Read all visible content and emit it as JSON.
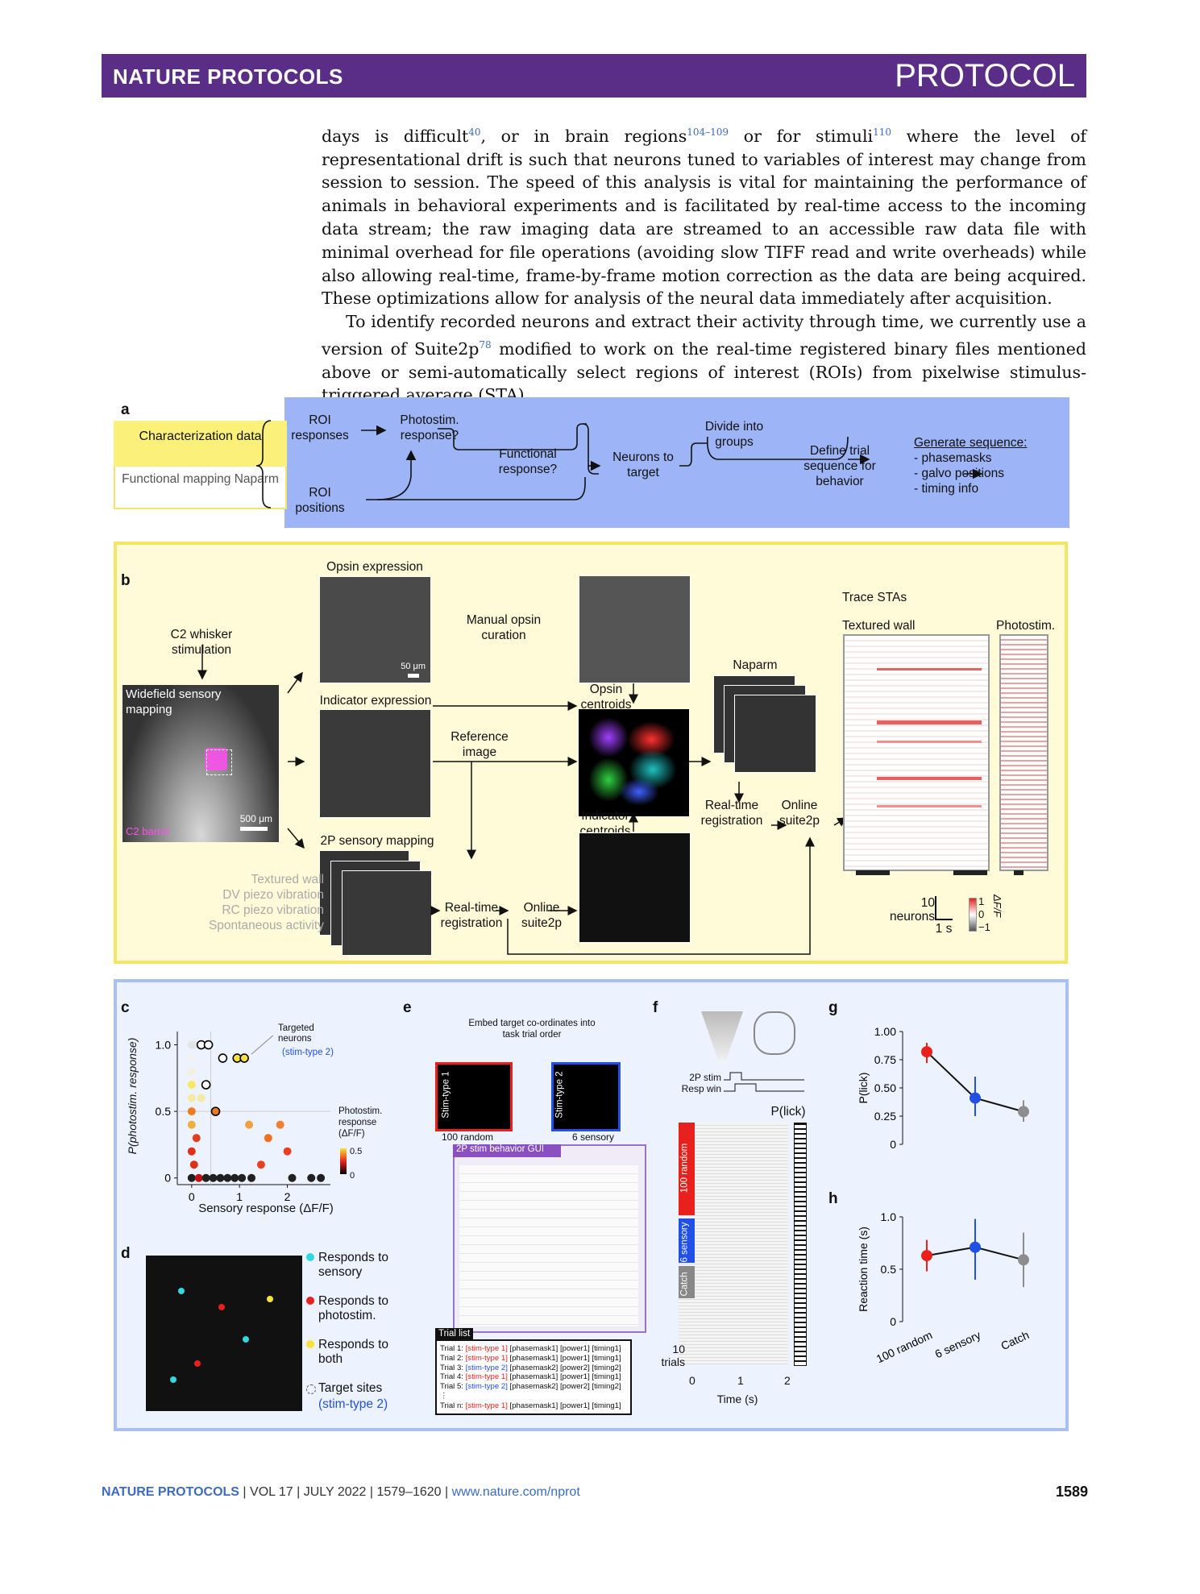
{
  "header": {
    "journal": "NATURE PROTOCOLS",
    "article_type": "PROTOCOL"
  },
  "body": {
    "p1_a": "days is difficult",
    "p1_ref1": "40",
    "p1_b": ", or in brain regions",
    "p1_ref2": "104–109",
    "p1_c": " or for stimuli",
    "p1_ref3": "110",
    "p1_d": " where the level of representational drift is such that neurons tuned to variables of interest may change from session to session. The speed of this analysis is vital for maintaining the performance of animals in behavioral experiments and is facilitated by real-time access to the incoming data stream; the raw imaging data are streamed to an accessible raw data file with minimal overhead for file operations (avoiding slow TIFF read and write overheads) while also allowing real-time, frame-by-frame motion correction as the data are being acquired. These optimizations allow for analysis of the neural data immediately after acquisition.",
    "p2_a": "To identify recorded neurons and extract their activity through time, we currently use a version of Suite2p",
    "p2_ref": "78",
    "p2_b": " modified to work on the real-time registered binary files mentioned above or semi-automatically select regions of interest (ROIs) from pixelwise stimulus-triggered average (STA)"
  },
  "panel_a": {
    "label": "a",
    "char_data": "Characterization data",
    "char_sub": "Functional mapping Naparm",
    "roi_responses": "ROI responses",
    "roi_positions": "ROI positions",
    "photostim_response": "Photostim. response?",
    "functional_response": "Functional response?",
    "neurons_to_target": "Neurons to target",
    "divide_groups": "Divide into groups",
    "define_trial": "Define trial sequence for behavior",
    "generate_title": "Generate sequence:",
    "generate_items": [
      "- phasemasks",
      "- galvo positions",
      "- timing info"
    ]
  },
  "panel_b": {
    "label": "b",
    "c2_whisker": "C2 whisker stimulation",
    "widefield": "Widefield sensory mapping",
    "c2_barrel": "C2 barrel",
    "scale_500": "500 μm",
    "opsin_expression": "Opsin expression",
    "scale_50": "50 μm",
    "indicator_expression": "Indicator expression",
    "sensory_mapping_2p": "2P sensory mapping",
    "conditions": [
      "Textured wall",
      "DV piezo vibration",
      "RC piezo vibration",
      "Spontaneous activity"
    ],
    "manual_curation": "Manual opsin curation",
    "reference_image": "Reference image",
    "opsin_centroids": "Opsin centroids",
    "indicator_centroids": "Indicator centroids",
    "realtime_registration": "Real-time registration",
    "online_suite2p": "Online suite2p",
    "naparm": "Naparm",
    "trace_stas": "Trace STAs",
    "textured_wall": "Textured wall",
    "photostim": "Photostim.",
    "scale_neurons": "10 neurons",
    "scale_time": "1 s",
    "cbar_ticks": [
      "1",
      "0",
      "−1"
    ],
    "cbar_label": "ΔF/F"
  },
  "panel_c": {
    "label": "c",
    "ylabel": "P(photostim. response)",
    "xlabel": "Sensory response (ΔF/F)",
    "yticks": [
      "1.0",
      "0.5",
      "0"
    ],
    "xticks": [
      "0",
      "1",
      "2"
    ],
    "annotation": "Targeted neurons",
    "annotation_sub": "(stim-type 2)",
    "cbar_title": "Photostim. response (ΔF/F)",
    "cbar_ticks": [
      "0.5",
      "0"
    ]
  },
  "panel_d": {
    "label": "d",
    "legend": [
      "Responds to sensory",
      "Responds to photostim.",
      "Responds to both",
      "Target sites"
    ],
    "legend_sub": "(stim-type 2)"
  },
  "panel_e": {
    "label": "e",
    "title": "Embed target co-ordinates into task trial order",
    "stim1": "Stim-type 1",
    "stim2": "Stim-type 2",
    "random": "100 random",
    "sensory": "6 sensory",
    "gui_title": "2P stim behavior GUI",
    "trial_list_title": "Trial list",
    "trials": [
      {
        "n": "Trial 1: ",
        "type": "[stim-type 1]",
        "rest": " [phasemask1] [power1] [timing1]",
        "c": "red"
      },
      {
        "n": "Trial 2: ",
        "type": "[stim-type 1]",
        "rest": " [phasemask1] [power1] [timing1]",
        "c": "red"
      },
      {
        "n": "Trial 3: ",
        "type": "[stim-type 2]",
        "rest": " [phasemask2] [power2] [timing2]",
        "c": "blue"
      },
      {
        "n": "Trial 4: ",
        "type": "[stim-type 1]",
        "rest": " [phasemask1] [power1] [timing1]",
        "c": "red"
      },
      {
        "n": "Trial 5: ",
        "type": "[stim-type 2]",
        "rest": " [phasemask2] [power2] [timing2]",
        "c": "blue"
      },
      {
        "n": "⋮",
        "type": "",
        "rest": "",
        "c": "black"
      },
      {
        "n": "Trial n: ",
        "type": "[stim-type 1]",
        "rest": " [phasemask1] [power1] [timing1]",
        "c": "red"
      }
    ]
  },
  "panel_f": {
    "label": "f",
    "stim_label": "2P stim",
    "resp_label": "Resp win",
    "plick": "P(lick)",
    "groups": [
      "100 random",
      "6 sensory",
      "Catch"
    ],
    "scale": "10 trials",
    "xticks": [
      "0",
      "1",
      "2"
    ],
    "xlabel": "Time (s)"
  },
  "panel_g": {
    "label": "g",
    "ylabel": "P(lick)",
    "yticks": [
      "1.00",
      "0.75",
      "0.50",
      "0.25",
      "0"
    ]
  },
  "panel_h": {
    "label": "h",
    "ylabel": "Reaction time (s)",
    "yticks": [
      "1.0",
      "0.5",
      "0"
    ],
    "categories": [
      "100 random",
      "6 sensory",
      "Catch"
    ]
  },
  "chart_data": [
    {
      "type": "line",
      "panel": "g",
      "categories": [
        "100 random",
        "6 sensory",
        "Catch"
      ],
      "ylabel": "P(lick)",
      "ylim": [
        0,
        1
      ],
      "values": [
        0.82,
        0.41,
        0.29
      ],
      "errors": [
        [
          0.72,
          0.9
        ],
        [
          0.25,
          0.6
        ],
        [
          0.2,
          0.39
        ]
      ],
      "colors": [
        "#e8211c",
        "#2050e6",
        "#8d8d8d"
      ]
    },
    {
      "type": "line",
      "panel": "h",
      "categories": [
        "100 random",
        "6 sensory",
        "Catch"
      ],
      "ylabel": "Reaction time (s)",
      "ylim": [
        0,
        1.0
      ],
      "values": [
        0.63,
        0.71,
        0.59
      ],
      "errors": [
        [
          0.48,
          0.78
        ],
        [
          0.4,
          0.98
        ],
        [
          0.33,
          0.85
        ]
      ],
      "colors": [
        "#e8211c",
        "#2050e6",
        "#8d8d8d"
      ]
    },
    {
      "type": "scatter",
      "panel": "c",
      "xlabel": "Sensory response (ΔF/F)",
      "ylabel": "P(photostim. response)",
      "xlim": [
        -0.3,
        2.9
      ],
      "ylim": [
        -0.05,
        1.1
      ],
      "points": [
        {
          "x": 0,
          "y": 1.0,
          "c": "#e4e4e4",
          "t": false
        },
        {
          "x": 0.05,
          "y": 1.0,
          "c": "#e4e4e4",
          "t": false
        },
        {
          "x": 0.2,
          "y": 1.0,
          "c": "#ffffff",
          "t": true
        },
        {
          "x": 0.35,
          "y": 1.0,
          "c": "#ffffff",
          "t": true
        },
        {
          "x": 0.65,
          "y": 0.9,
          "c": "#ffffff",
          "t": true
        },
        {
          "x": 0.95,
          "y": 0.9,
          "c": "#f7e338",
          "t": true
        },
        {
          "x": 1.1,
          "y": 0.9,
          "c": "#f7e338",
          "t": true
        },
        {
          "x": 0,
          "y": 0.9,
          "c": "#f2f2f2",
          "t": false
        },
        {
          "x": 0,
          "y": 0.8,
          "c": "#f4f0e0",
          "t": false
        },
        {
          "x": 0,
          "y": 0.7,
          "c": "#f7e860",
          "t": false
        },
        {
          "x": 0.3,
          "y": 0.7,
          "c": "#ffffff",
          "t": true
        },
        {
          "x": 0,
          "y": 0.6,
          "c": "#f5eaa0",
          "t": false
        },
        {
          "x": 0.2,
          "y": 0.6,
          "c": "#f5eaa0",
          "t": false
        },
        {
          "x": 0.5,
          "y": 0.5,
          "c": "#f07a20",
          "t": true
        },
        {
          "x": 0,
          "y": 0.5,
          "c": "#f07a20",
          "t": false
        },
        {
          "x": 0,
          "y": 0.4,
          "c": "#f0b040",
          "t": false
        },
        {
          "x": 0.1,
          "y": 0.3,
          "c": "#e04020",
          "t": false
        },
        {
          "x": 0,
          "y": 0.2,
          "c": "#e03018",
          "t": false
        },
        {
          "x": 0.05,
          "y": 0.1,
          "c": "#e03018",
          "t": false
        },
        {
          "x": 1.2,
          "y": 0.4,
          "c": "#f0a040",
          "t": false
        },
        {
          "x": 1.85,
          "y": 0.4,
          "c": "#f08030",
          "t": false
        },
        {
          "x": 1.6,
          "y": 0.3,
          "c": "#f07020",
          "t": false
        },
        {
          "x": 2.0,
          "y": 0.2,
          "c": "#e84020",
          "t": false
        },
        {
          "x": 1.45,
          "y": 0.1,
          "c": "#e84020",
          "t": false
        },
        {
          "x": 0,
          "y": 0,
          "c": "#202020",
          "t": false
        },
        {
          "x": 0.15,
          "y": 0,
          "c": "#c01010",
          "t": false
        },
        {
          "x": 0.3,
          "y": 0,
          "c": "#202020",
          "t": false
        },
        {
          "x": 0.45,
          "y": 0,
          "c": "#202020",
          "t": false
        },
        {
          "x": 0.6,
          "y": 0,
          "c": "#202020",
          "t": false
        },
        {
          "x": 0.75,
          "y": 0,
          "c": "#202020",
          "t": false
        },
        {
          "x": 0.9,
          "y": 0,
          "c": "#202020",
          "t": false
        },
        {
          "x": 1.05,
          "y": 0,
          "c": "#202020",
          "t": false
        },
        {
          "x": 1.25,
          "y": 0,
          "c": "#202020",
          "t": false
        },
        {
          "x": 2.1,
          "y": 0,
          "c": "#202020",
          "t": false
        },
        {
          "x": 2.5,
          "y": 0,
          "c": "#202020",
          "t": false
        },
        {
          "x": 2.7,
          "y": 0,
          "c": "#202020",
          "t": false
        }
      ]
    }
  ],
  "footer": {
    "journal": "NATURE PROTOCOLS",
    "citation": " | VOL 17 | JULY 2022 | 1579–1620 | ",
    "url": "www.nature.com/nprot",
    "page": "1589"
  }
}
